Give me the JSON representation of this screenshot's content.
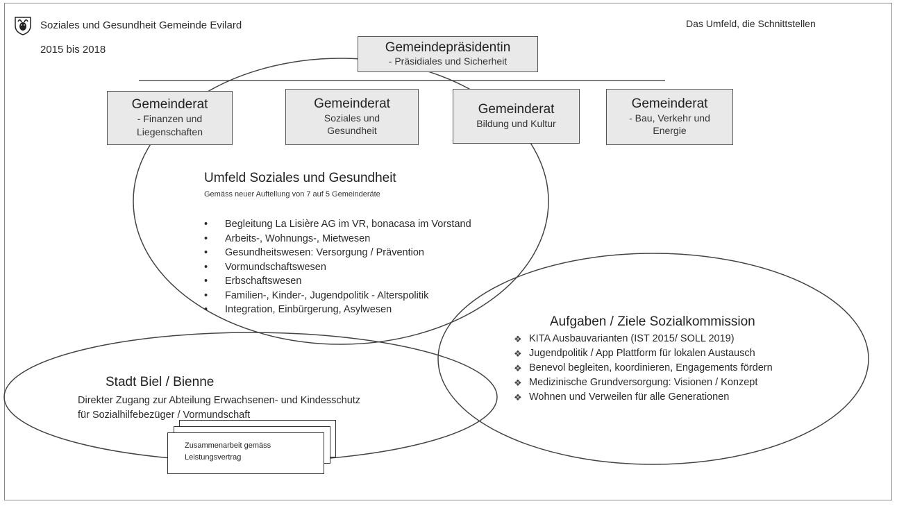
{
  "header": {
    "title": "Soziales und Gesundheit Gemeinde Evilard",
    "years": "2015 bis 2018",
    "right": "Das Umfeld, die Schnittstellen",
    "logo_icon": "coat-of-arms-icon"
  },
  "president": {
    "title": "Gemeindepräsidentin",
    "sub": "- Präsidiales und Sicherheit"
  },
  "councils": [
    {
      "title": "Gemeinderat",
      "sub": "- Finanzen und\nLiegenschaften"
    },
    {
      "title": "Gemeinderat",
      "sub": "Soziales und\nGesundheit"
    },
    {
      "title": "Gemeinderat",
      "sub": "Bildung und Kultur"
    },
    {
      "title": "Gemeinderat",
      "sub": "- Bau, Verkehr und\nEnergie"
    }
  ],
  "umfeld": {
    "heading": "Umfeld Soziales und Gesundheit",
    "subheading": "Gemäss neuer Auftellung von 7 auf 5 Gemeinderäte",
    "items": [
      "Begleitung La Lisière AG im VR, bonacasa im Vorstand",
      "Arbeits-, Wohnungs-, Mietwesen",
      "Gesundheitswesen: Versorgung / Prävention",
      "Vormundschaftswesen",
      "Erbschaftswesen",
      "Familien-, Kinder-, Jugendpolitik - Alterspolitik",
      "Integration, Einbürgerung, Asylwesen"
    ]
  },
  "aufgaben": {
    "heading": "Aufgaben / Ziele Sozialkommission",
    "items": [
      "KITA Ausbauvarianten (IST 2015/ SOLL 2019)",
      "Jugendpolitik / App Plattform für lokalen Austausch",
      "Benevol begleiten, koordinieren, Engagements fördern",
      "Medizinische Grundversorgung: Visionen / Konzept",
      "Wohnen und Verweilen für alle Generationen"
    ]
  },
  "biel": {
    "heading": "Stadt Biel / Bienne",
    "line1": "Direkter Zugang zur Abteilung Erwachsenen- und Kindesschutz",
    "line2": "für Sozialhilfebezüger / Vormundschaft"
  },
  "document": {
    "line1": "Zusammenarbeit gemäss",
    "line2": "Leistungsvertrag"
  },
  "colors": {
    "box_fill": "#e9e9e9",
    "stroke": "#555555",
    "text": "#2a2a2a"
  }
}
